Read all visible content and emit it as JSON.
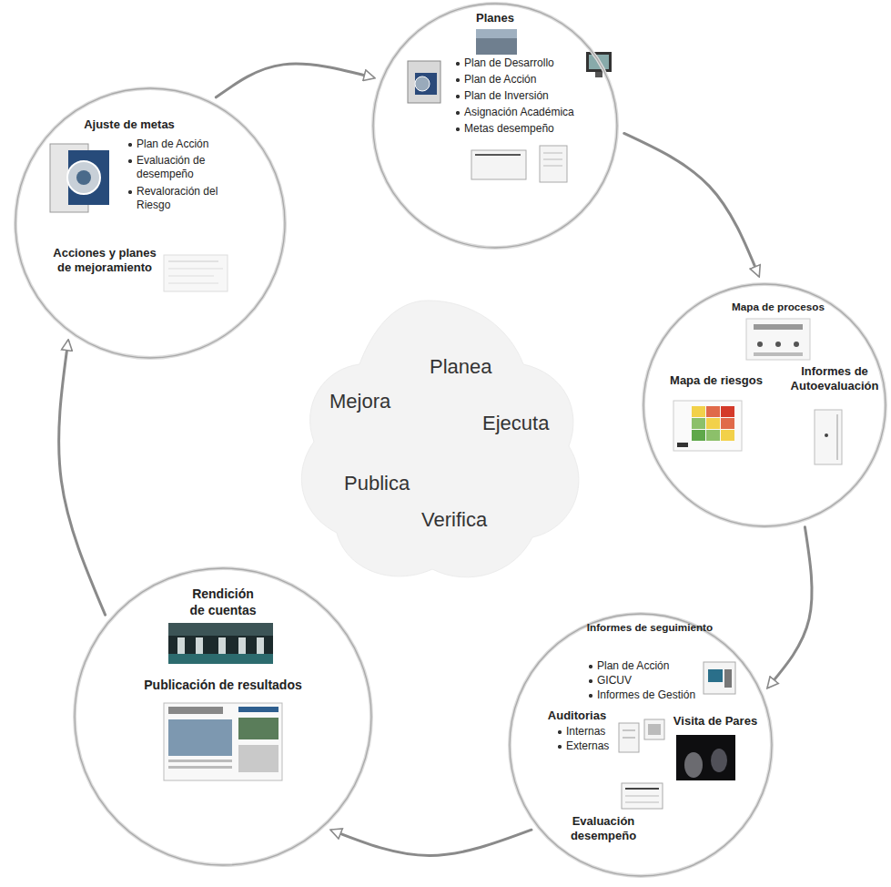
{
  "diagram": {
    "nodes": [
      {
        "text": [
          "Planes",
          "Plan de Desarrollo",
          "Plan de Acción",
          "Plan de Inversión",
          "Asignación Académica",
          "Metas desempeño"
        ]
      },
      {
        "text": [
          "Mapa de procesos",
          "Mapa de riesgos",
          "Informes de Autoevaluación"
        ]
      },
      {
        "text": [
          "Informes de seguimiento",
          "Plan de Acción",
          "GICUV",
          "Informes de Gestión",
          "Auditorias",
          "Internas",
          "Externas",
          "Visita de Pares",
          "Evaluación desempeño"
        ]
      },
      {
        "text": [
          "Rendición de cuentas",
          "Publicación de resultados"
        ]
      },
      {
        "text": [
          "Ajuste de metas",
          "Plan de Acción",
          "Evaluación de desempeño",
          "Revaloración del Riesgo",
          "Acciones y planes de mejoramiento"
        ]
      }
    ],
    "edges": [
      {
        "from": 0,
        "to": 1,
        "arrow": "to"
      },
      {
        "from": 1,
        "to": 2,
        "arrow": "to"
      },
      {
        "from": 2,
        "to": 3,
        "arrow": "to"
      },
      {
        "from": 3,
        "to": 4,
        "arrow": "to"
      },
      {
        "from": 4,
        "to": 0,
        "arrow": "to"
      }
    ],
    "labels": [
      "Planea",
      "Mejora",
      "Ejecuta",
      "Publica",
      "Verifica"
    ]
  }
}
